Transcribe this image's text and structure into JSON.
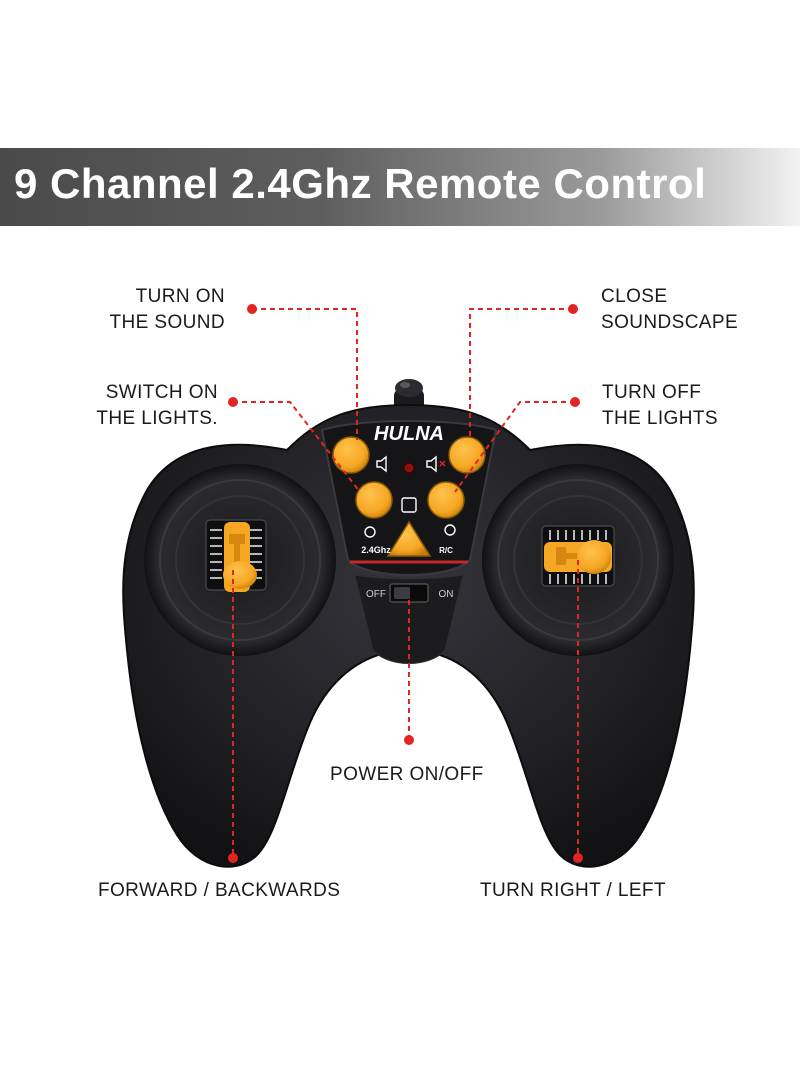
{
  "banner": {
    "title": "9 Channel 2.4Ghz Remote Control"
  },
  "remote": {
    "brand": "HULNA",
    "frequency": "2.4Ghz",
    "mode": "R/C",
    "switch_off": "OFF",
    "switch_on": "ON"
  },
  "callouts": {
    "turn_on_sound": {
      "line1": "TURN ON",
      "line2": "THE SOUND"
    },
    "close_soundscape": {
      "line1": "CLOSE",
      "line2": "SOUNDSCAPE"
    },
    "switch_on_lights": {
      "line1": "SWITCH ON",
      "line2": "THE LIGHTS."
    },
    "turn_off_lights": {
      "line1": "TURN OFF",
      "line2": "THE LIGHTS"
    },
    "power": "POWER ON/OFF",
    "forward_backwards": "FORWARD / BACKWARDS",
    "turn_right_left": "TURN RIGHT / LEFT"
  },
  "colors": {
    "button_orange": "#f5a623",
    "callout_red": "#e32424",
    "body_dark": "#1c1c1e"
  }
}
